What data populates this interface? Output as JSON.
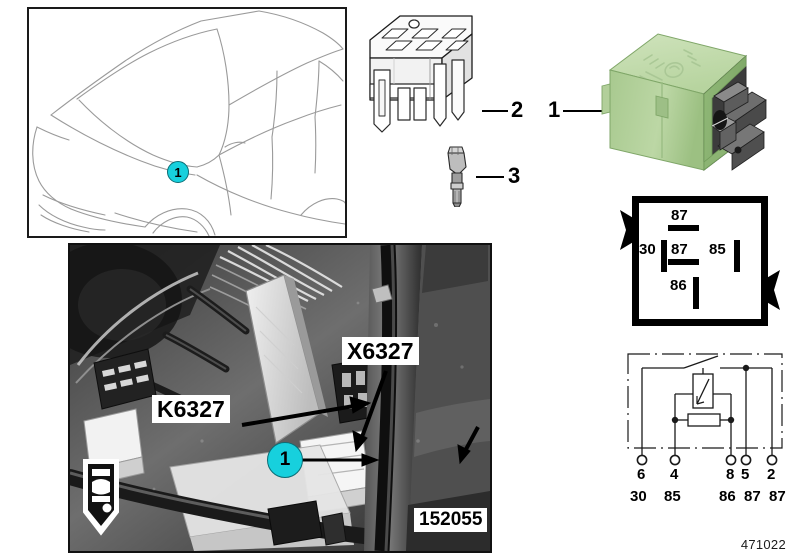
{
  "diagram": {
    "drawing_number": "471022"
  },
  "vehicle_panel": {
    "name": "vehicle-location-illustration",
    "marker_label": "1"
  },
  "callouts": [
    {
      "number": "1",
      "target": "relay-photo"
    },
    {
      "number": "2",
      "target": "relay-socket-connector"
    },
    {
      "number": "3",
      "target": "terminal-pin"
    }
  ],
  "photo": {
    "image_number": "152055",
    "labels": [
      {
        "text": "X6327",
        "name": "connector-label"
      },
      {
        "text": "K6327",
        "name": "relay-label"
      }
    ],
    "marker_label": "1",
    "orientation_icon": "vehicle-direction-icon"
  },
  "relay": {
    "name": "relay-component",
    "body_color": "#b9d6a3",
    "accent_color": "#17d0dd"
  },
  "pin_layout": {
    "title": "relay-terminal-footprint",
    "terminals": [
      {
        "label": "87",
        "position": "top-center"
      },
      {
        "label": "30",
        "position": "left"
      },
      {
        "label": "87",
        "position": "middle-center"
      },
      {
        "label": "85",
        "position": "right"
      },
      {
        "label": "86",
        "position": "bottom-center"
      }
    ]
  },
  "schematic": {
    "name": "relay-circuit-schematic",
    "pin_numbers": [
      "6",
      "4",
      "8",
      "5",
      "2"
    ],
    "terminal_numbers": [
      "30",
      "85",
      "86",
      "87",
      "87"
    ]
  }
}
